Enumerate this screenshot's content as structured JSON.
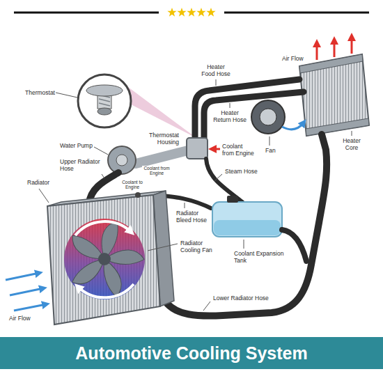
{
  "diagram": {
    "title": "Automotive Cooling System",
    "labels": [
      "Thermostat",
      "Heater Food Hose",
      "Air Flow",
      "Heater Return Hose",
      "Thermostat Housing",
      "Water Pump",
      "Coolant from Engine",
      "Fan",
      "Heater Core",
      "Upper Radiator Hose",
      "Coolant from Engine",
      "Steam Hose",
      "Radiator",
      "Coolant to Engine",
      "Radiator Bleed Hose",
      "Radiator Cooling Fan",
      "Coolant Expansion Tank",
      "Lower Radiator Hose",
      "Air Flow"
    ]
  }
}
